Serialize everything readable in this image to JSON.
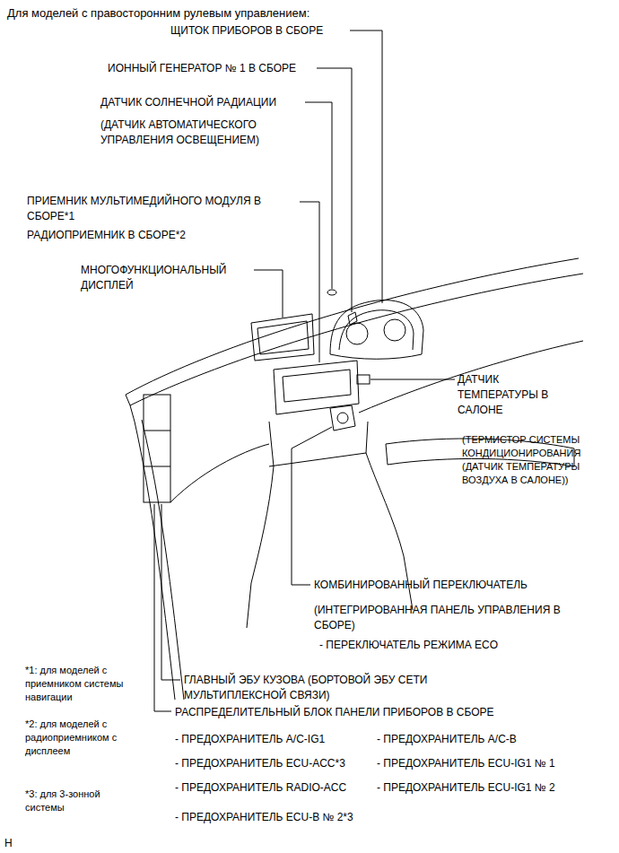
{
  "diagram": {
    "title": "Для моделей с правосторонним рулевым управлением:",
    "labels": [
      "ЩИТОК ПРИБОРОВ В СБОРЕ",
      "ИОННЫЙ ГЕНЕРАТОР № 1 В СБОРЕ",
      "ДАТЧИК СОЛНЕЧНОЙ РАДИАЦИИ",
      "(ДАТЧИК АВТОМАТИЧЕСКОГО УПРАВЛЕНИЯ ОСВЕЩЕНИЕМ)",
      "ПРИЕМНИК МУЛЬТИМЕДИЙНОГО МОДУЛЯ В СБОРЕ*1",
      "РАДИОПРИЕМНИК В СБОРЕ*2",
      "МНОГОФУНКЦИОНАЛЬНЫЙ ДИСПЛЕЙ",
      "ДАТЧИК ТЕМПЕРАТУРЫ В САЛОНЕ",
      "(ТЕРМИСТОР СИСТЕМЫ КОНДИЦИОНИРОВАНИЯ (ДАТЧИК ТЕМПЕРАТУРЫ ВОЗДУХА В САЛОНЕ))",
      "КОМБИНИРОВАННЫЙ ПЕРЕКЛЮЧАТЕЛЬ",
      "(ИНТЕГРИРОВАННАЯ ПАНЕЛЬ УПРАВЛЕНИЯ В СБОРЕ)",
      "- ПЕРЕКЛЮЧАТЕЛЬ РЕЖИМА ECO",
      "*1: для моделей с приемником системы навигации",
      "ГЛАВНЫЙ ЭБУ КУЗОВА (БОРТОВОЙ ЭБУ СЕТИ МУЛЬТИПЛЕКСНОЙ СВЯЗИ)",
      "РАСПРЕДЕЛИТЕЛЬНЫЙ БЛОК ПАНЕЛИ ПРИБОРОВ В СБОРЕ",
      "*2: для моделей с радиоприемником с дисплеем",
      "- ПРЕДОХРАНИТЕЛЬ A/C-IG1",
      "- ПРЕДОХРАНИТЕЛЬ A/C-B",
      "- ПРЕДОХРАНИТЕЛЬ ECU-ACC*3",
      "- ПРЕДОХРАНИТЕЛЬ ECU-IG1 № 1",
      "- ПРЕДОХРАНИТЕЛЬ RADIO-ACC",
      "- ПРЕДОХРАНИТЕЛЬ ECU-IG1 № 2",
      "*3: для 3-зонной системы",
      "- ПРЕДОХРАНИТЕЛЬ ECU-B № 2*3",
      "H"
    ]
  }
}
